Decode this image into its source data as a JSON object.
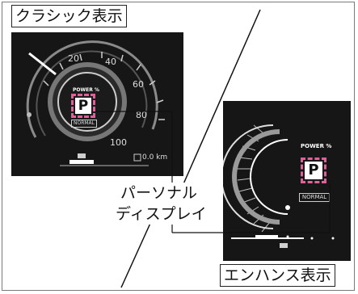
{
  "labels": {
    "classic": "クラシック表示",
    "enhance": "エンハンス表示",
    "callout_line1": "パーソナル",
    "callout_line2": "ディスプレイ"
  },
  "classic_gauge": {
    "ticks": [
      "20",
      "40",
      "60",
      "80",
      "100"
    ],
    "power_label": "POWER %",
    "gear": "P",
    "mode": "NORMAL",
    "odometer": "0.0 km"
  },
  "enhance_gauge": {
    "power_label": "POWER %",
    "gear": "P",
    "mode": "NORMAL"
  },
  "colors": {
    "panel_bg": "#161616",
    "highlight": "#e0609a",
    "gear_box": "#ffffff"
  }
}
